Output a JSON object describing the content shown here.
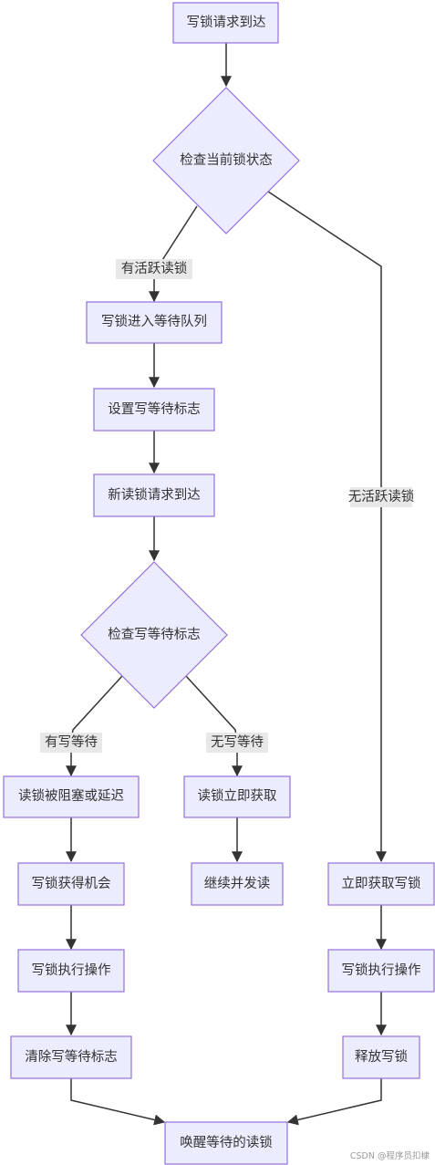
{
  "nodes": {
    "n1": "写锁请求到达",
    "d1": "检查当前锁状态",
    "n2": "写锁进入等待队列",
    "n3": "设置写等待标志",
    "n4": "新读锁请求到达",
    "d2": "检查写等待标志",
    "n5": "读锁被阻塞或延迟",
    "n6": "读锁立即获取",
    "n7": "写锁获得机会",
    "n8": "继续并发读",
    "n9": "写锁执行操作",
    "n10": "清除写等待标志",
    "n11": "立即获取写锁",
    "n12": "写锁执行操作",
    "n13": "释放写锁",
    "n14": "唤醒等待的读锁"
  },
  "edge_labels": {
    "e1": "有活跃读锁",
    "e2": "无活跃读锁",
    "e3": "有写等待",
    "e4": "无写等待"
  },
  "watermark": "CSDN @程序员扣棣",
  "colors": {
    "node_fill": "#ECECFF",
    "node_stroke": "#9370DB",
    "edge": "#333333",
    "label_bg": "#e8e8e8"
  }
}
